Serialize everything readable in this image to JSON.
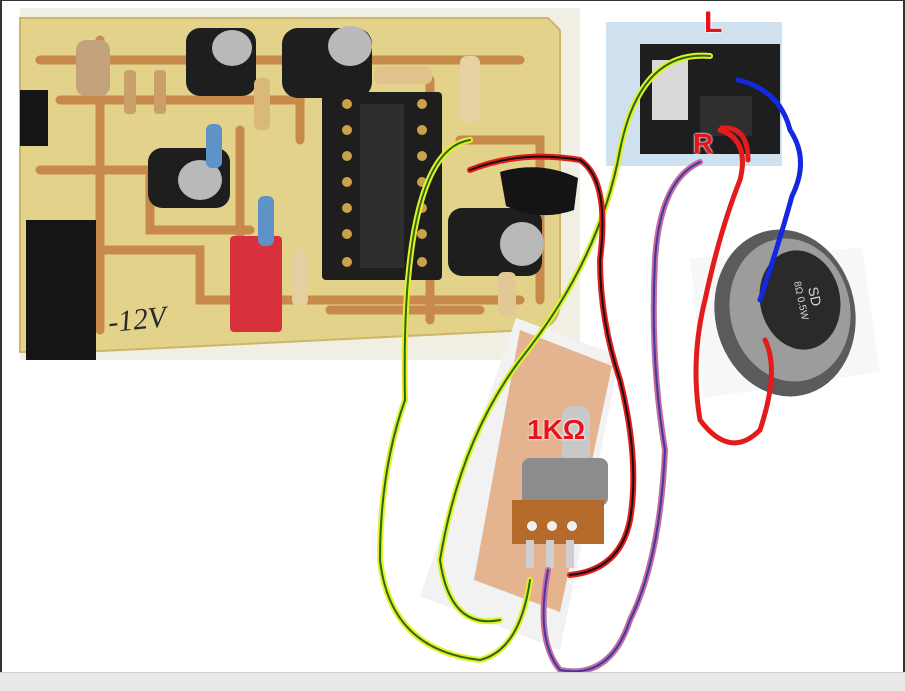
{
  "labels": {
    "left_channel": "L",
    "right_channel": "R",
    "potentiometer_value": "1KΩ"
  },
  "pcb_silkscreen": {
    "voltage": "-12V"
  },
  "speaker_markings": {
    "brand": "SD",
    "spec": "8Ω 0.5W"
  },
  "wire_colors": {
    "yellow_green": "#e6ee2a",
    "green_core": "#1f6b16",
    "red": "#e31b1b",
    "black_core": "#111111",
    "blue": "#1428e0",
    "pink_purple": "#c86a9a",
    "purple_core": "#3a3aa8"
  },
  "colors": {
    "pcb_board": "#e2d28a",
    "pcb_copper": "#c88a4a",
    "label_red": "#e8121c"
  }
}
